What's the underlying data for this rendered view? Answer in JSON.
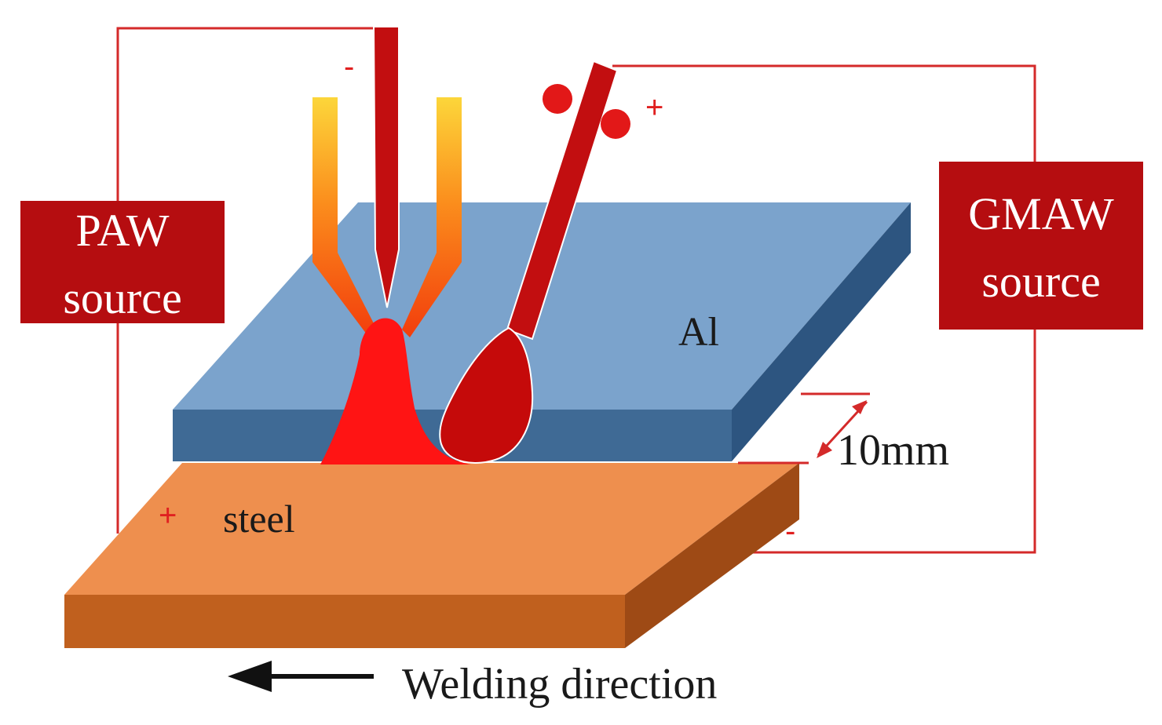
{
  "sources": {
    "paw": {
      "line1": "PAW",
      "line2": "source"
    },
    "gmaw": {
      "line1": "GMAW",
      "line2": "source"
    }
  },
  "plates": {
    "top_label": "Al",
    "bottom_label": "steel"
  },
  "dimension": {
    "label": "10mm"
  },
  "polarity": {
    "paw_electrode": "-",
    "gmaw_wire": "+",
    "steel": "+",
    "gmaw_return": "-"
  },
  "direction": {
    "label": "Welding direction"
  },
  "colors": {
    "circuit": "#d42a2a",
    "source_box": "#b50d10",
    "aluminum_top": "#7ba3cc",
    "aluminum_side": "#3f6a95",
    "steel_top": "#ee8f4e",
    "steel_side": "#c0601e",
    "weld_pool": "#ff1414",
    "gmaw_droplet": "#c50a0a"
  }
}
